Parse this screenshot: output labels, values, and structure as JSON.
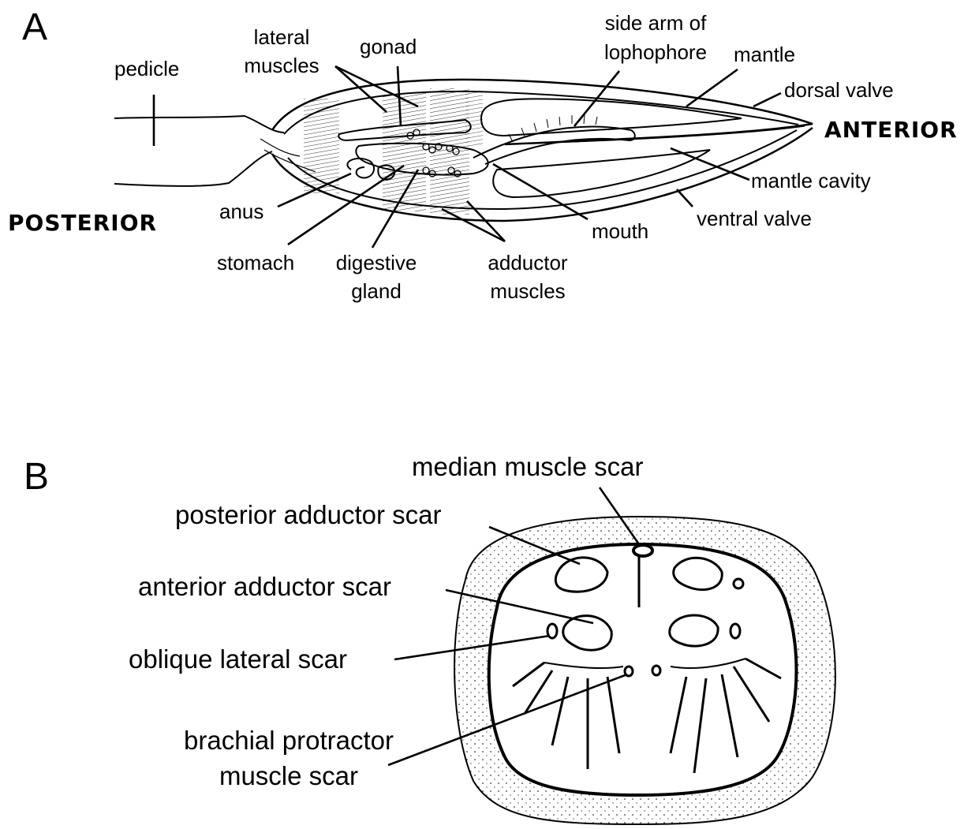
{
  "panel_a": {
    "letter": "A",
    "orientation": {
      "posterior": "POSTERIOR",
      "anterior": "ANTERIOR"
    },
    "labels": {
      "pedicle": "pedicle",
      "lateral_muscles": [
        "lateral",
        "muscles"
      ],
      "gonad": "gonad",
      "side_arm_of_lophophore": [
        "side arm of",
        "lophophore"
      ],
      "mantle": "mantle",
      "dorsal_valve": "dorsal valve",
      "mantle_cavity": "mantle cavity",
      "ventral_valve": "ventral valve",
      "mouth": "mouth",
      "anus": "anus",
      "stomach": "stomach",
      "digestive_gland": [
        "digestive",
        "gland"
      ],
      "adductor_muscles": [
        "adductor",
        "muscles"
      ]
    }
  },
  "panel_b": {
    "letter": "B",
    "labels": {
      "median_muscle_scar": "median muscle scar",
      "posterior_adductor_scar": "posterior adductor scar",
      "anterior_adductor_scar": "anterior adductor scar",
      "oblique_lateral_scar": "oblique lateral scar",
      "brachial_protractor_muscle_scar": [
        "brachial protractor",
        "muscle scar"
      ]
    }
  }
}
